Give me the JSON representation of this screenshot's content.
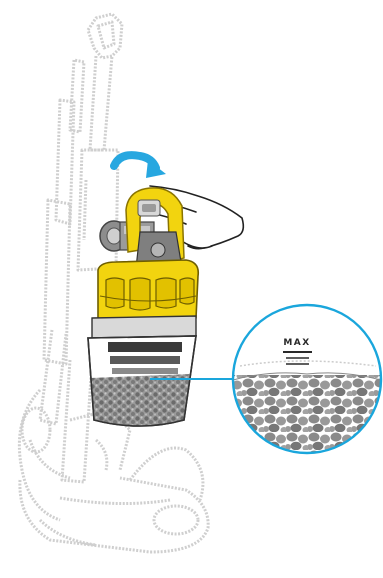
{
  "colors": {
    "outline": "#cfcfcf",
    "yellow": "#f2d40f",
    "yellow_dark": "#c9a900",
    "gray_dark": "#555555",
    "gray_mid": "#8a8a8a",
    "gray_light": "#d4d4d4",
    "dirt": "#777777",
    "callout": "#1aa6dc",
    "arrow": "#27a7e0",
    "hand": "#222222"
  },
  "callout": {
    "fill_level_label": "MAX"
  },
  "icons": {
    "direction": "curved-arrow",
    "hand": "hand-outline"
  }
}
